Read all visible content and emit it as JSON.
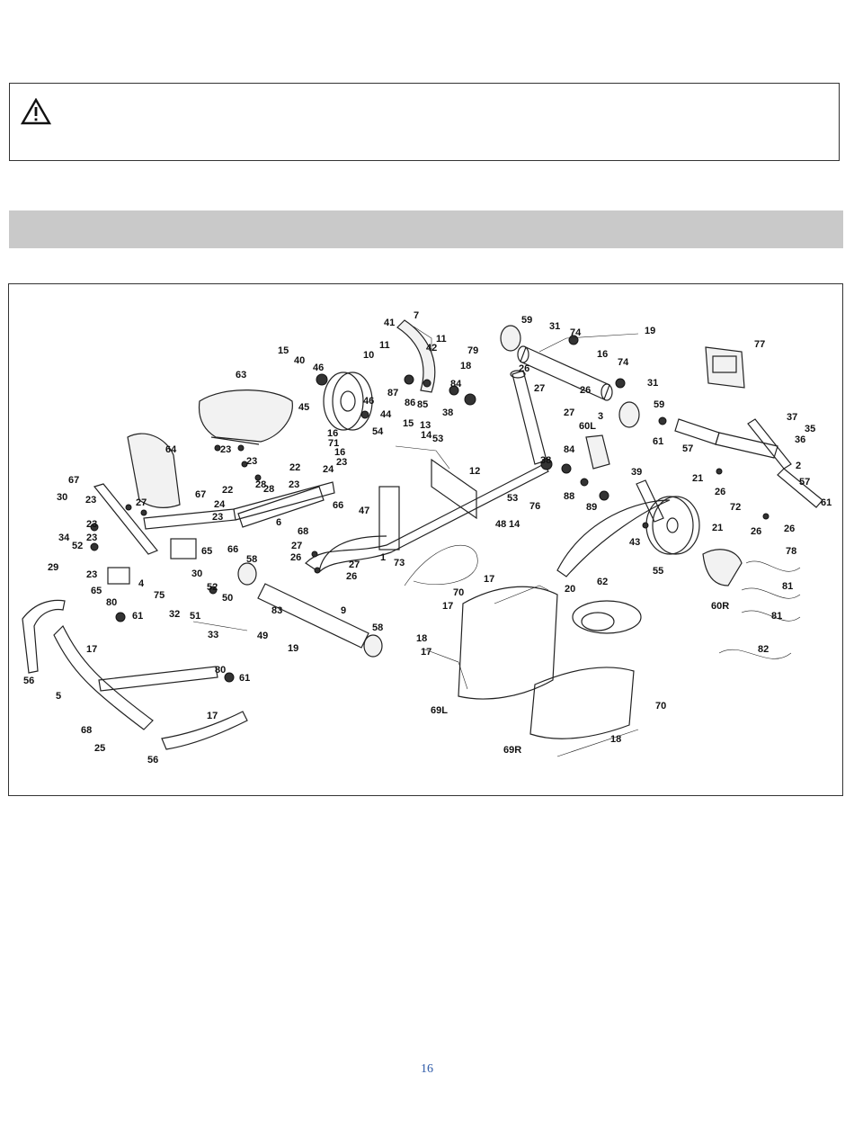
{
  "page_number": "16",
  "callouts": [
    {
      "id": "c7",
      "label": "7"
    },
    {
      "id": "c41",
      "label": "41"
    },
    {
      "id": "c11a",
      "label": "11"
    },
    {
      "id": "c11b",
      "label": "11"
    },
    {
      "id": "c42",
      "label": "42"
    },
    {
      "id": "c59a",
      "label": "59"
    },
    {
      "id": "c31a",
      "label": "31"
    },
    {
      "id": "c74a",
      "label": "74"
    },
    {
      "id": "c19a",
      "label": "19"
    },
    {
      "id": "c77",
      "label": "77"
    },
    {
      "id": "c15a",
      "label": "15"
    },
    {
      "id": "c40",
      "label": "40"
    },
    {
      "id": "c46a",
      "label": "46"
    },
    {
      "id": "c10",
      "label": "10"
    },
    {
      "id": "c79",
      "label": "79"
    },
    {
      "id": "c18a",
      "label": "18"
    },
    {
      "id": "c26a",
      "label": "26"
    },
    {
      "id": "c16a",
      "label": "16"
    },
    {
      "id": "c74b",
      "label": "74"
    },
    {
      "id": "c31b",
      "label": "31"
    },
    {
      "id": "c63",
      "label": "63"
    },
    {
      "id": "c87",
      "label": "87"
    },
    {
      "id": "c84a",
      "label": "84"
    },
    {
      "id": "c27a",
      "label": "27"
    },
    {
      "id": "c26b",
      "label": "26"
    },
    {
      "id": "c59b",
      "label": "59"
    },
    {
      "id": "c45",
      "label": "45"
    },
    {
      "id": "c46b",
      "label": "46"
    },
    {
      "id": "c86",
      "label": "86"
    },
    {
      "id": "c85",
      "label": "85"
    },
    {
      "id": "c38a",
      "label": "38"
    },
    {
      "id": "c27b",
      "label": "27"
    },
    {
      "id": "c3",
      "label": "3"
    },
    {
      "id": "c37",
      "label": "37"
    },
    {
      "id": "c35",
      "label": "35"
    },
    {
      "id": "c44",
      "label": "44"
    },
    {
      "id": "c15b",
      "label": "15"
    },
    {
      "id": "c13",
      "label": "13"
    },
    {
      "id": "c60L",
      "label": "60L"
    },
    {
      "id": "c61a",
      "label": "61"
    },
    {
      "id": "c57a",
      "label": "57"
    },
    {
      "id": "c36",
      "label": "36"
    },
    {
      "id": "c64",
      "label": "64"
    },
    {
      "id": "c16b",
      "label": "16"
    },
    {
      "id": "c54",
      "label": "54"
    },
    {
      "id": "c14a",
      "label": "14"
    },
    {
      "id": "c53a",
      "label": "53"
    },
    {
      "id": "c71",
      "label": "71"
    },
    {
      "id": "c16c",
      "label": "16"
    },
    {
      "id": "c84b",
      "label": "84"
    },
    {
      "id": "c2",
      "label": "2"
    },
    {
      "id": "c23a",
      "label": "23"
    },
    {
      "id": "c23b",
      "label": "23"
    },
    {
      "id": "c23c",
      "label": "23"
    },
    {
      "id": "c28a",
      "label": "28"
    },
    {
      "id": "c22a",
      "label": "22"
    },
    {
      "id": "c24a",
      "label": "24"
    },
    {
      "id": "c12",
      "label": "12"
    },
    {
      "id": "c38b",
      "label": "38"
    },
    {
      "id": "c39",
      "label": "39"
    },
    {
      "id": "c21a",
      "label": "21"
    },
    {
      "id": "c26c",
      "label": "26"
    },
    {
      "id": "c57b",
      "label": "57"
    },
    {
      "id": "c67a",
      "label": "67"
    },
    {
      "id": "c22b",
      "label": "22"
    },
    {
      "id": "c28b",
      "label": "28"
    },
    {
      "id": "c23d",
      "label": "23"
    },
    {
      "id": "c88",
      "label": "88"
    },
    {
      "id": "c72",
      "label": "72"
    },
    {
      "id": "c61b",
      "label": "61"
    },
    {
      "id": "c27c",
      "label": "27"
    },
    {
      "id": "c67b",
      "label": "67"
    },
    {
      "id": "c66a",
      "label": "66"
    },
    {
      "id": "c53b",
      "label": "53"
    },
    {
      "id": "c89",
      "label": "89"
    },
    {
      "id": "c30a",
      "label": "30"
    },
    {
      "id": "c23e",
      "label": "23"
    },
    {
      "id": "c24b",
      "label": "24"
    },
    {
      "id": "c47",
      "label": "47"
    },
    {
      "id": "c48",
      "label": "48"
    },
    {
      "id": "c14b",
      "label": "14"
    },
    {
      "id": "c76",
      "label": "76"
    },
    {
      "id": "c21b",
      "label": "21"
    },
    {
      "id": "c26d",
      "label": "26"
    },
    {
      "id": "c23f",
      "label": "23"
    },
    {
      "id": "c23g",
      "label": "23"
    },
    {
      "id": "c6",
      "label": "6"
    },
    {
      "id": "c68a",
      "label": "68"
    },
    {
      "id": "c43",
      "label": "43"
    },
    {
      "id": "c26e",
      "label": "26"
    },
    {
      "id": "c34",
      "label": "34"
    },
    {
      "id": "c23h",
      "label": "23"
    },
    {
      "id": "c52a",
      "label": "52"
    },
    {
      "id": "c65a",
      "label": "65"
    },
    {
      "id": "c66b",
      "label": "66"
    },
    {
      "id": "c27d",
      "label": "27"
    },
    {
      "id": "c78",
      "label": "78"
    },
    {
      "id": "c29",
      "label": "29"
    },
    {
      "id": "c26f",
      "label": "26"
    },
    {
      "id": "c58a",
      "label": "58"
    },
    {
      "id": "c1",
      "label": "1"
    },
    {
      "id": "c73",
      "label": "73"
    },
    {
      "id": "c27e",
      "label": "27"
    },
    {
      "id": "c26g",
      "label": "26"
    },
    {
      "id": "c17a",
      "label": "17"
    },
    {
      "id": "c55",
      "label": "55"
    },
    {
      "id": "c62",
      "label": "62"
    },
    {
      "id": "c23i",
      "label": "23"
    },
    {
      "id": "c4",
      "label": "4"
    },
    {
      "id": "c30b",
      "label": "30"
    },
    {
      "id": "c65b",
      "label": "65"
    },
    {
      "id": "c75",
      "label": "75"
    },
    {
      "id": "c52b",
      "label": "52"
    },
    {
      "id": "c81a",
      "label": "81"
    },
    {
      "id": "c20",
      "label": "20"
    },
    {
      "id": "c70a",
      "label": "70"
    },
    {
      "id": "c80a",
      "label": "80"
    },
    {
      "id": "c61c",
      "label": "61"
    },
    {
      "id": "c32",
      "label": "32"
    },
    {
      "id": "c51",
      "label": "51"
    },
    {
      "id": "c50",
      "label": "50"
    },
    {
      "id": "c83",
      "label": "83"
    },
    {
      "id": "c9",
      "label": "9"
    },
    {
      "id": "c17b",
      "label": "17"
    },
    {
      "id": "c60R",
      "label": "60R"
    },
    {
      "id": "c81b",
      "label": "81"
    },
    {
      "id": "c33",
      "label": "33"
    },
    {
      "id": "c49",
      "label": "49"
    },
    {
      "id": "c58b",
      "label": "58"
    },
    {
      "id": "c18b",
      "label": "18"
    },
    {
      "id": "c17c",
      "label": "17"
    },
    {
      "id": "c19b",
      "label": "19"
    },
    {
      "id": "c17d",
      "label": "17"
    },
    {
      "id": "c82",
      "label": "82"
    },
    {
      "id": "c56a",
      "label": "56"
    },
    {
      "id": "c5",
      "label": "5"
    },
    {
      "id": "c80b",
      "label": "80"
    },
    {
      "id": "c61d",
      "label": "61"
    },
    {
      "id": "c69L",
      "label": "69L"
    },
    {
      "id": "c70b",
      "label": "70"
    },
    {
      "id": "c17e",
      "label": "17"
    },
    {
      "id": "c68b",
      "label": "68"
    },
    {
      "id": "c25",
      "label": "25"
    },
    {
      "id": "c18c",
      "label": "18"
    },
    {
      "id": "c56b",
      "label": "56"
    },
    {
      "id": "c69R",
      "label": "69R"
    }
  ]
}
